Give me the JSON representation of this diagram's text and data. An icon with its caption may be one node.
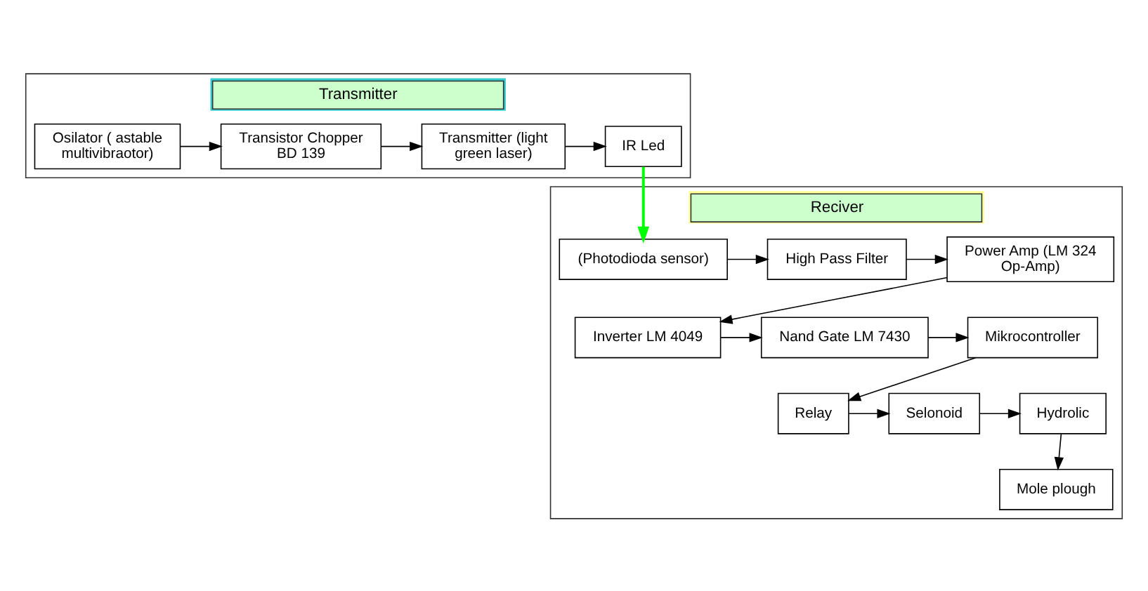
{
  "diagram": {
    "nodes": [
      {
        "text": [
          "Transmitter"
        ]
      },
      {
        "text": [
          "Osilator ( astable multivibraotor)"
        ],
        "in": 0
      },
      {
        "text": [
          "Transistor Chopper BD 139"
        ],
        "in": 0
      },
      {
        "text": [
          "Transmitter (light green laser)"
        ],
        "in": 0
      },
      {
        "text": [
          "IR Led"
        ],
        "in": 0
      },
      {
        "text": [
          "Reciver"
        ]
      },
      {
        "text": [
          "Power Amp (LM 324 Op-Amp)"
        ],
        "in": 5
      },
      {
        "text": [
          "High Pass Filter"
        ],
        "in": 5
      },
      {
        "text": [
          "(Photodioda sensor)"
        ],
        "in": 5
      },
      {
        "text": [
          "Inverter LM 4049"
        ],
        "in": 5
      },
      {
        "text": [
          "Nand Gate LM 7430"
        ],
        "in": 5
      },
      {
        "text": [
          "Mikrocontroller"
        ],
        "in": 5
      },
      {
        "text": [
          "Hydrolic"
        ],
        "in": 5
      },
      {
        "text": [
          "Selonoid"
        ],
        "in": 5
      },
      {
        "text": [
          "Relay"
        ],
        "in": 5
      },
      {
        "text": [
          "Mole plough"
        ],
        "in": 5
      }
    ],
    "edges": [
      {
        "from": 1,
        "to": 2,
        "arrow": "to"
      },
      {
        "from": 2,
        "to": 3,
        "arrow": "to"
      },
      {
        "from": 3,
        "to": 4,
        "arrow": "to"
      },
      {
        "from": 4,
        "to": 8,
        "arrow": "to",
        "color": "#00ff00"
      },
      {
        "from": 8,
        "to": 7,
        "arrow": "to"
      },
      {
        "from": 7,
        "to": 6,
        "arrow": "to"
      },
      {
        "from": 6,
        "to": 9,
        "arrow": "to"
      },
      {
        "from": 9,
        "to": 10,
        "arrow": "to"
      },
      {
        "from": 10,
        "to": 11,
        "arrow": "to"
      },
      {
        "from": 11,
        "to": 14,
        "arrow": "to"
      },
      {
        "from": 14,
        "to": 13,
        "arrow": "to"
      },
      {
        "from": 13,
        "to": 12,
        "arrow": "to"
      },
      {
        "from": 12,
        "to": 15,
        "arrow": "to"
      }
    ]
  }
}
